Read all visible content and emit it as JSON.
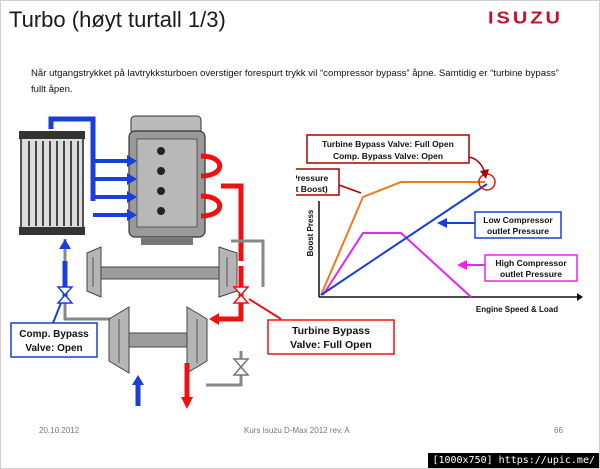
{
  "slide": {
    "title": "Turbo (høyt turtall 1/3)",
    "logo": "ISUZU",
    "body": "Når utgangstrykket på lavtrykksturboen overstiger forespurt trykk vil “compressor bypass” åpne. Samtidig er “turbine bypass” fullt åpen.",
    "footer_date": "20.10.2012",
    "footer_course": "Kurs Isuzu D-Max 2012 rev. A",
    "footer_page": "66",
    "watermark": "[1000x750] https://upic.me/"
  },
  "diagram": {
    "label_comp_bypass_line1": "Comp. Bypass",
    "label_comp_bypass_line2": "Valve: Open",
    "label_turbine_bypass_line1": "Turbine Bypass",
    "label_turbine_bypass_line2": "Valve: Full Open"
  },
  "graph": {
    "label_top_line1": "Turbine Bypass Valve: Full Open",
    "label_top_line2": "Comp. Bypass Valve: Open",
    "label_total_line1": "Total Pressure",
    "label_total_line2": "(Target Boost)",
    "label_low_line1": "Low Compressor",
    "label_low_line2": "outlet Pressure",
    "label_high_line1": "High Compressor",
    "label_high_line2": "outlet Pressure",
    "ylabel": "Boost Press",
    "xlabel": "Engine Speed & Load"
  },
  "colors": {
    "blue": "#1a3fd6",
    "red": "#ee1111",
    "orange": "#f07a1a",
    "magenta": "#ee22ee",
    "darkred": "#aa0000",
    "brand": "#c8102e"
  },
  "icons": [
    "radiator-icon",
    "engine-block-icon",
    "turbocharger-icon",
    "valve-icon"
  ]
}
